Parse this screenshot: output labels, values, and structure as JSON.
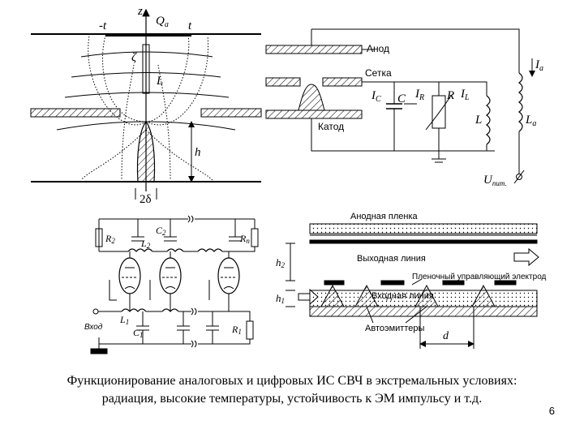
{
  "colors": {
    "ink": "#000000",
    "background": "#ffffff"
  },
  "field_diagram": {
    "axis_z": "z",
    "charge": "Q",
    "charge_sub": "a",
    "minus_t": "-t",
    "t": "t",
    "zeta": "ζ",
    "L": "L",
    "h": "h",
    "width": "2δ"
  },
  "triode": {
    "anode": "Анод",
    "grid": "Сетка",
    "cathode": "Катод",
    "I_C": "I",
    "I_C_sub": "C",
    "C": "C",
    "I_R": "I",
    "I_R_sub": "R",
    "R": "R",
    "I_L": "I",
    "I_L_sub": "L",
    "L": "L",
    "L_a": "L",
    "L_a_sub": "a",
    "I_a": "I",
    "I_a_sub": "a",
    "U_pit": "U",
    "U_pit_sub": "пит."
  },
  "amplifier": {
    "R2": "R",
    "R2_sub": "2",
    "L2": "L",
    "L2_sub": "2",
    "C2": "C",
    "C2_sub": "2",
    "Rn": "R",
    "Rn_sub": "n",
    "input": "Вход",
    "L1": "L",
    "L1_sub": "1",
    "C1": "C",
    "C1_sub": "1",
    "R1": "R",
    "R1_sub": "1"
  },
  "film_structure": {
    "anode_film": "Анодная пленка",
    "output_line": "Выходная линия",
    "control_electrode": "Пленочный управляющий электрод",
    "input_line": "Входная линия",
    "autoemitters": "Автоэмиттеры",
    "h2": "h",
    "h2_sub": "2",
    "h1": "h",
    "h1_sub": "1",
    "d": "d"
  },
  "caption": {
    "line1": "Функционирование  аналоговых и цифровых ИС СВЧ в экстремальных условиях:",
    "line2": "радиация, высокие  температуры, устойчивость к ЭМ импульсу и т.д."
  },
  "page_number": "6"
}
